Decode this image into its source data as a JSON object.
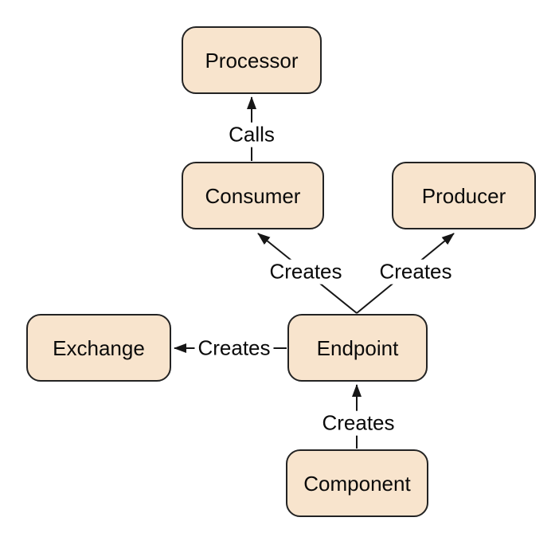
{
  "colors": {
    "background": "#ffffff",
    "node_fill": "#f8e4cd",
    "node_border": "#232323",
    "line_color": "#161616",
    "text_color": "#0a0a0a"
  },
  "nodes": {
    "processor": {
      "label": "Processor"
    },
    "consumer": {
      "label": "Consumer"
    },
    "producer": {
      "label": "Producer"
    },
    "exchange": {
      "label": "Exchange"
    },
    "endpoint": {
      "label": "Endpoint"
    },
    "component": {
      "label": "Component"
    }
  },
  "edges": {
    "calls": {
      "from": "Consumer",
      "to": "Processor",
      "label": "Calls"
    },
    "creates_consumer": {
      "from": "Endpoint",
      "to": "Consumer",
      "label": "Creates"
    },
    "creates_producer": {
      "from": "Endpoint",
      "to": "Producer",
      "label": "Creates"
    },
    "creates_exchange": {
      "from": "Endpoint",
      "to": "Exchange",
      "label": "Creates"
    },
    "creates_endpoint": {
      "from": "Component",
      "to": "Endpoint",
      "label": "Creates"
    }
  }
}
